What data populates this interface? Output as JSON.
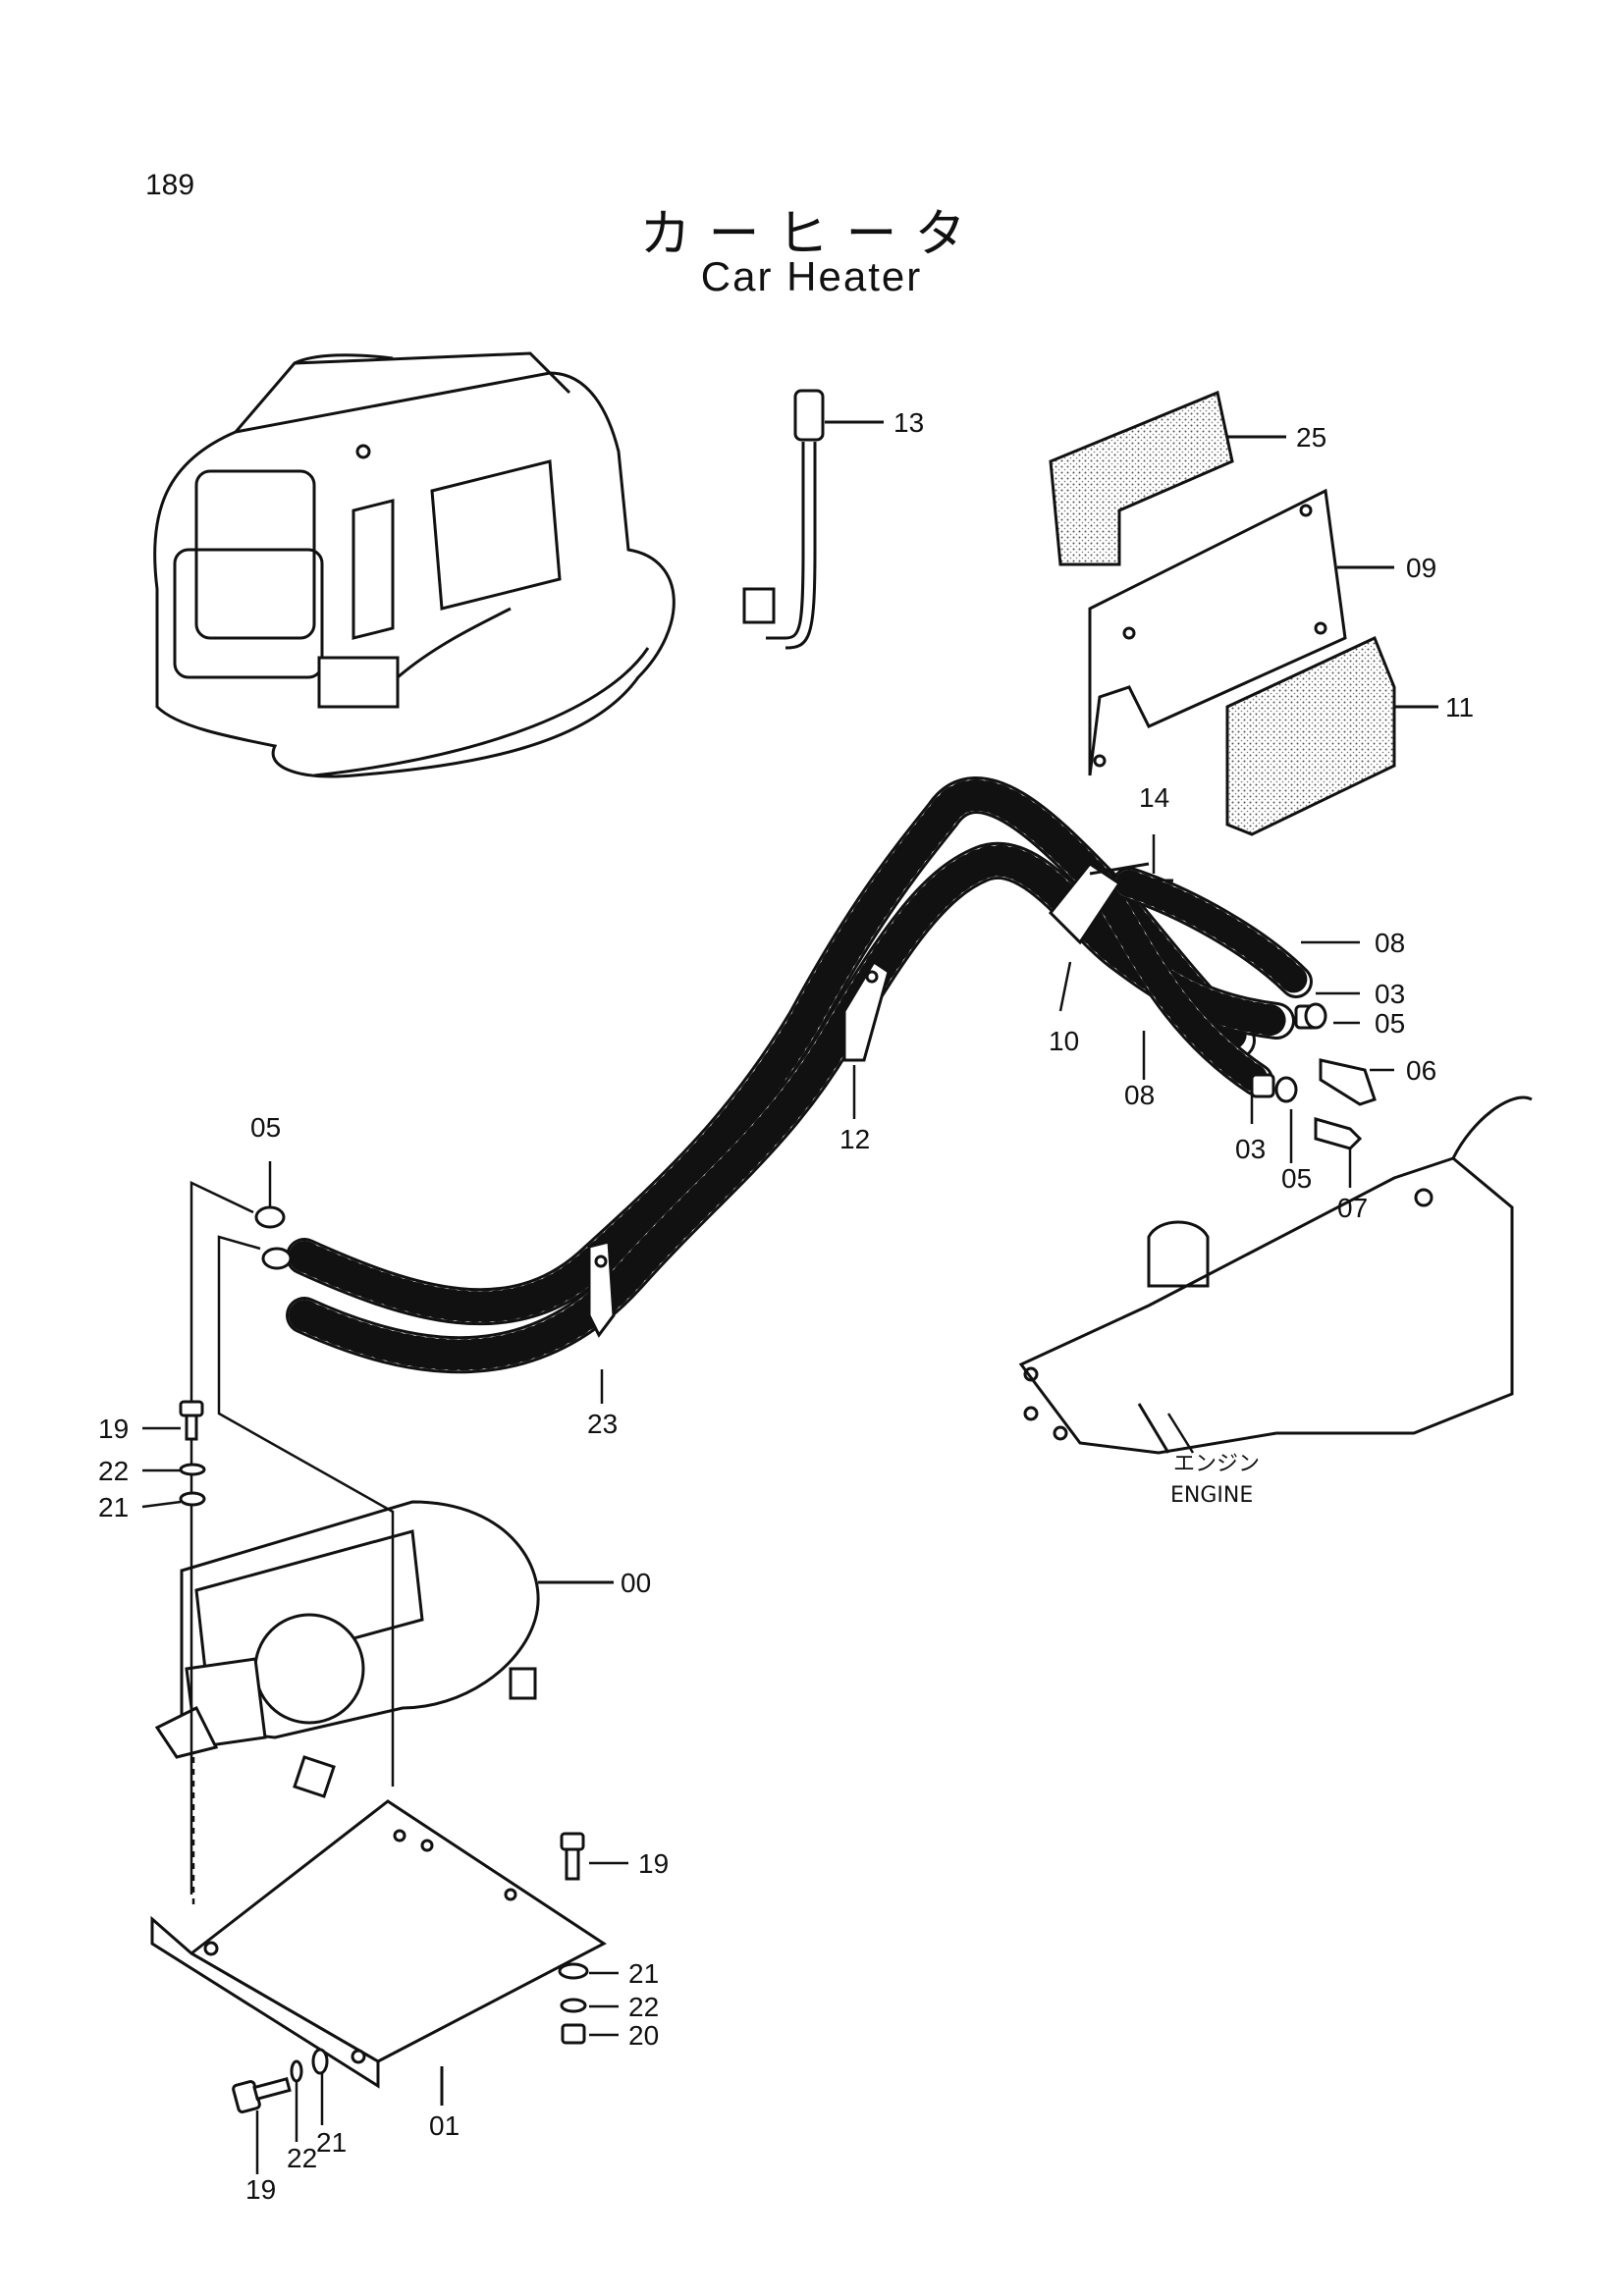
{
  "page": {
    "number": "189",
    "title_jp": "カーヒータ",
    "title_en": "Car Heater"
  },
  "captions": {
    "engine_jp": "エンジン",
    "engine_en": "ENGINE"
  },
  "callouts": [
    "13",
    "25",
    "09",
    "11",
    "14",
    "08",
    "03",
    "05",
    "06",
    "10",
    "08",
    "12",
    "03",
    "05",
    "07",
    "05",
    "23",
    "19",
    "22",
    "21",
    "00",
    "19",
    "21",
    "22",
    "20",
    "01",
    "19",
    "22",
    "21"
  ]
}
